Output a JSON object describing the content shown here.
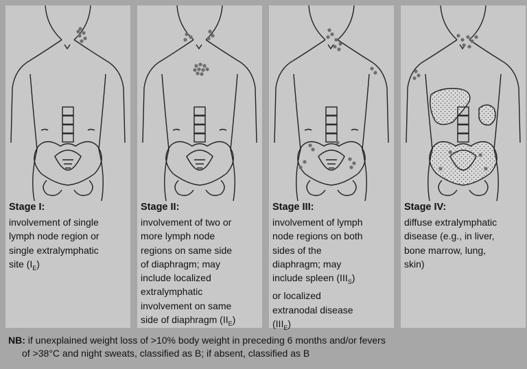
{
  "stages": [
    {
      "title": "Stage I:",
      "desc_lines": [
        "involvement of single",
        "lymph node region or",
        "single extralymphatic",
        "site (I",
        "E",
        ")"
      ]
    },
    {
      "title": "Stage II:",
      "desc_lines": [
        "involvement of two or",
        "more lymph node",
        "regions on same side",
        "of diaphragm; may",
        "include localized",
        "extralymphatic",
        "involvement on same",
        "side of diaphragm (II",
        "E",
        ")"
      ]
    },
    {
      "title": "Stage III:",
      "desc_lines": [
        "involvement of lymph",
        "node regions on both",
        "sides of the",
        "diaphragm; may",
        "include spleen (III",
        "S",
        ")",
        "or localized",
        "extranodal disease",
        "(III",
        "E",
        ")"
      ]
    },
    {
      "title": "Stage IV:",
      "desc_lines": [
        "diffuse extralymphatic",
        "disease (e.g., in liver,",
        "bone marrow, lung,",
        "skin)"
      ]
    }
  ],
  "nb": {
    "label": "NB:",
    "line1": " if unexplained weight loss of >10% body weight in preceding 6 months and/or fevers",
    "line2": "of >38°C and night sweats, classified as B; if absent, classified as B"
  },
  "colors": {
    "background": "#a7a7a7",
    "panel": "#c8c8c8",
    "ink": "#111111",
    "nodes": "#6e6e6e"
  }
}
